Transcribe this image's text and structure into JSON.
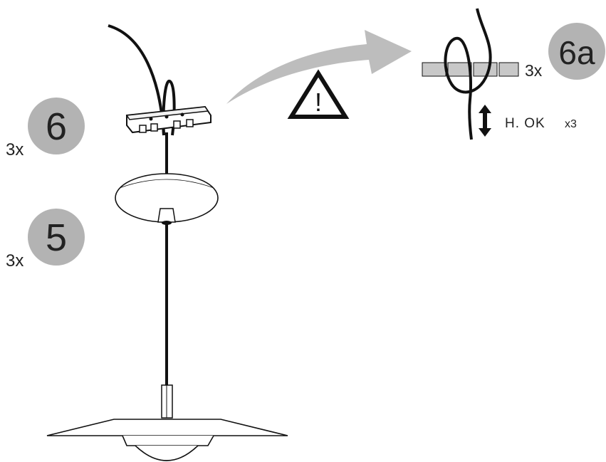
{
  "steps": {
    "step6": {
      "number": "6",
      "multiplier": "3x"
    },
    "step5": {
      "number": "5",
      "multiplier": "3x"
    },
    "step6a": {
      "number": "6a",
      "multiplier": "3x"
    }
  },
  "detail": {
    "height_ok": "H. OK",
    "repeat": "x3"
  },
  "warning": {
    "symbol": "!"
  },
  "colors": {
    "badge": "#b3b3b3",
    "arrow": "#bdbdbd",
    "line": "#111111",
    "clamp": "#c8c8c8"
  }
}
